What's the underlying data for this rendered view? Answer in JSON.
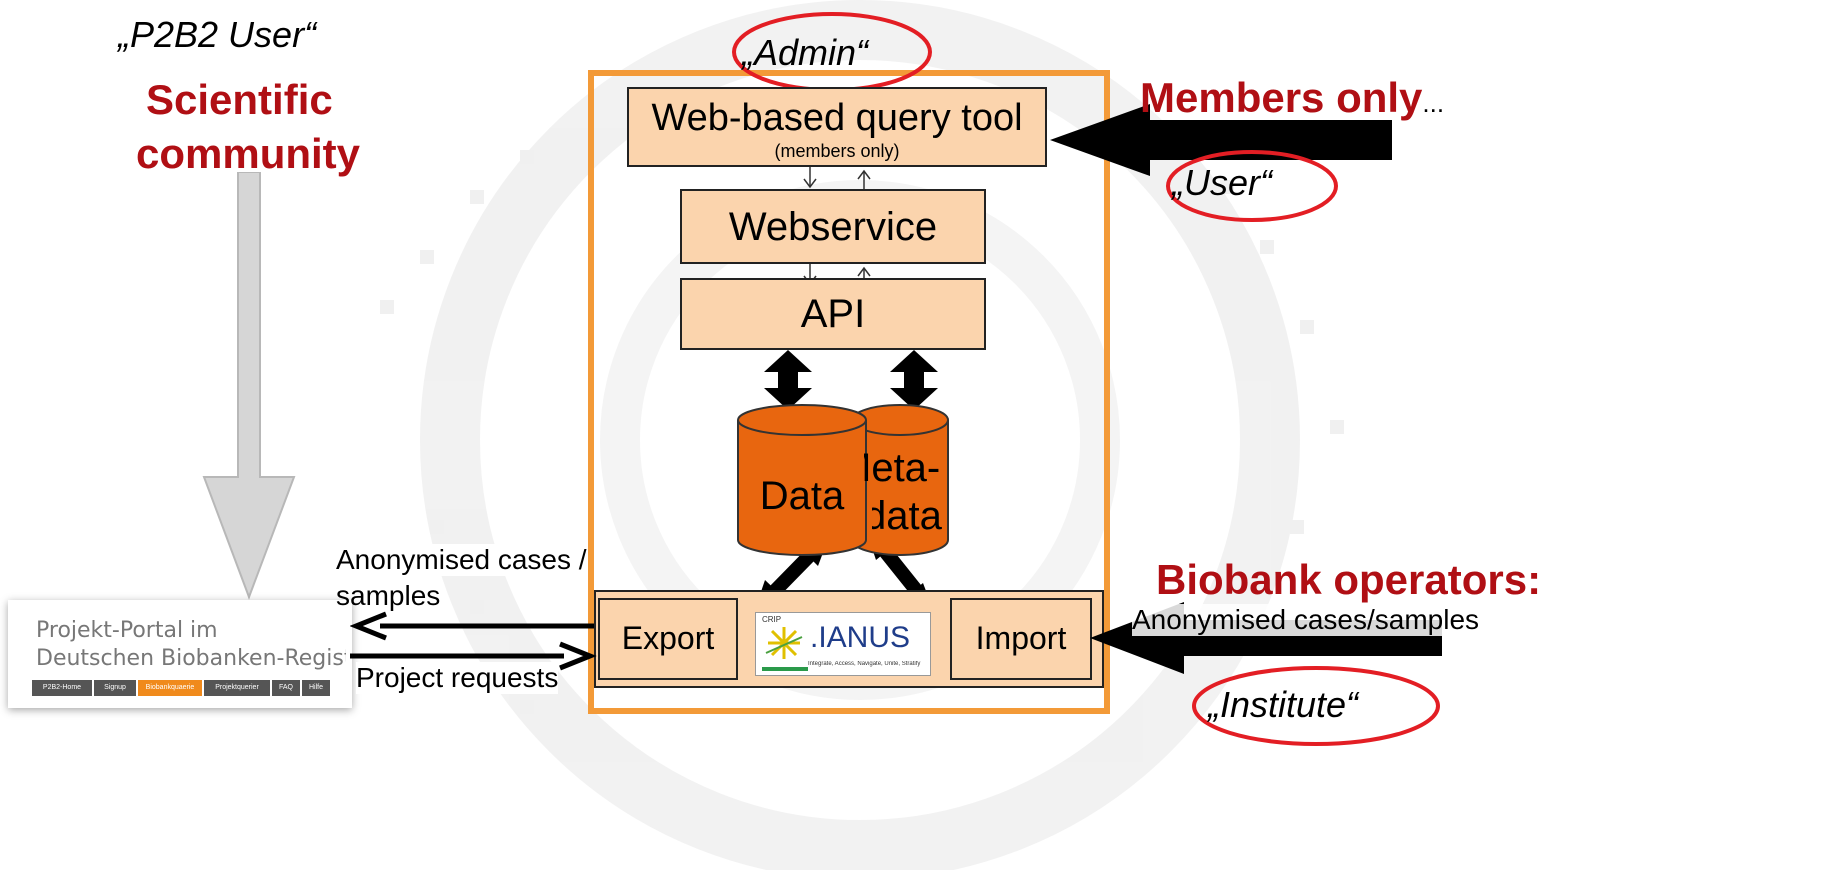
{
  "labels": {
    "p2b2_user": "„P2B2 User“",
    "scientific_line1": "Scientific",
    "scientific_line2": "community",
    "admin": "„Admin“",
    "members_only": "Members only",
    "members_only_suffix": "...",
    "user": "„User“",
    "biobank_operators": "Biobank operators:",
    "anonymised_cases_samples": "Anonymised cases/samples",
    "institute": "„Institute“",
    "anonymised_left_line1": "Anonymised cases /",
    "anonymised_left_line2": "samples",
    "project_requests": "Project requests"
  },
  "system": {
    "query_tool": "Web-based query tool",
    "query_tool_sub": "(members only)",
    "webservice": "Webservice",
    "api": "API",
    "db_data": "Data",
    "db_meta_line1": "Meta-",
    "db_meta_line2": "data",
    "export": "Export",
    "import": "Import",
    "ianus_brand": ".IANUS",
    "ianus_crip": "CRIP",
    "ianus_tagline": "Integrate, Access, Navigate, Unite, Stratify"
  },
  "portal": {
    "title_line1": "Projekt-Portal im",
    "title_line2": "Deutschen Biobanken-Register",
    "nav": [
      "P2B2-Home",
      "Signup",
      "Biobankquaerie",
      "Projektquerier",
      "FAQ",
      "Hilfe"
    ]
  },
  "colors": {
    "accent_red": "#b00f14",
    "orange_frame": "#f39a38",
    "box_fill": "#fbd4ad",
    "cylinder": "#e8660f",
    "annotation_red": "#e31e24",
    "nav_active": "#f08a1c"
  }
}
